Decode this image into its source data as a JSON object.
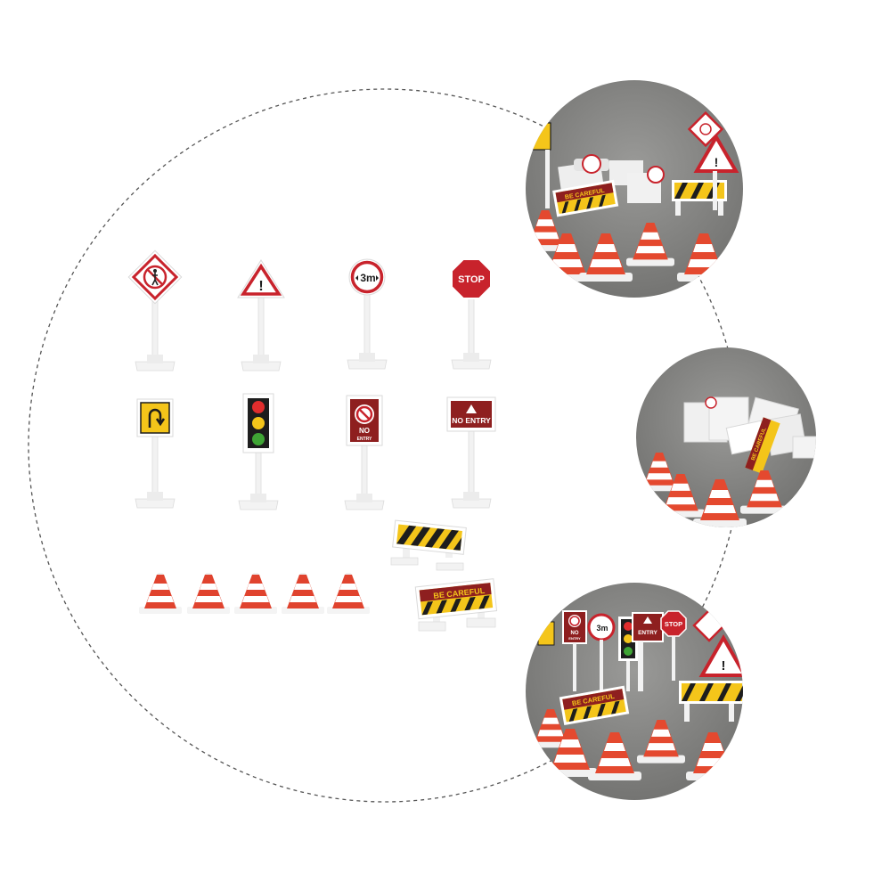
{
  "colors": {
    "background": "#ffffff",
    "dashed_outline": "#555555",
    "sign_red": "#c8232c",
    "sign_dark_red": "#8e1f1f",
    "sign_yellow": "#f4c51a",
    "sign_black": "#1d1d1d",
    "post_white": "#f2f2f2",
    "cone_red": "#e0432e",
    "photo_gray": "#7d7d7b"
  },
  "signs": {
    "speed_marker": "3m",
    "stop": "STOP",
    "no_entry_icon": "NO",
    "no_entry_icon_sub": "ENTRY",
    "no_entry_banner": "NO ENTRY",
    "be_careful": "BE CAREFUL",
    "exclamation": "!"
  },
  "photos": {
    "top_be_careful": "BE CAREFUL",
    "side_be_careful": "BE CAREFUL",
    "bottom_speed": "3m",
    "bottom_no_entry": "NO",
    "bottom_no_entry_sub": "ENTRY",
    "bottom_stop": "STOP",
    "bottom_entry": "ENTRY",
    "bottom_be_careful": "BE CAREFUL"
  },
  "icons": [
    "no-pedestrian-icon",
    "warning-icon",
    "stop-icon",
    "u-turn-icon",
    "traffic-light-icon",
    "no-entry-icon",
    "traffic-cone-icon",
    "barrier-icon"
  ]
}
